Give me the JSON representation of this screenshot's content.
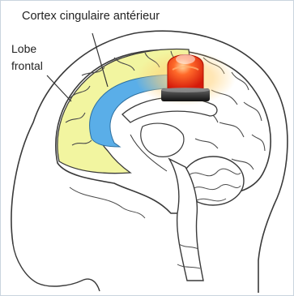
{
  "labels": {
    "cortex": "Cortex cingulaire antérieur",
    "lobe": "Lobe",
    "frontal": "frontal"
  },
  "icons": {
    "alarm": "alarm-siren-icon"
  },
  "colors": {
    "frontal_lobe": "#f2f5a0",
    "cingulate_cortex": "#5aaee8",
    "siren_light": "#ff3a1a",
    "siren_glow": "#ffd27a",
    "outline": "#3a3a3a"
  }
}
